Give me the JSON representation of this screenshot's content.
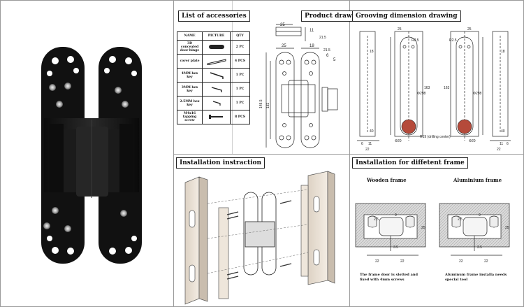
{
  "accessories": {
    "title": "List of accessories",
    "headers": [
      "NAME",
      "PICTURE",
      "QTY"
    ],
    "rows": [
      {
        "name": "3D concealed door hinge",
        "qty": "2 PC"
      },
      {
        "name": "cover plate",
        "qty": "4 PCS"
      },
      {
        "name": "4MM hex key",
        "qty": "1 PC"
      },
      {
        "name": "3MM hex key",
        "qty": "1 PC"
      },
      {
        "name": "2.5MM hex key",
        "qty": "1 PC"
      },
      {
        "name": "M4x16 tapping screw",
        "qty": "8 PCS"
      }
    ]
  },
  "product_drawing": {
    "title": "Product drawing",
    "dims": [
      "25",
      "11",
      "21.5",
      "18",
      "25",
      "21.5",
      "6",
      "5",
      "148.5",
      "182"
    ]
  },
  "grooving": {
    "title": "Grooving dimension drawing",
    "dims": [
      "R2.5",
      "R2.5",
      "18",
      "18",
      "25",
      "25",
      "40",
      "40",
      "163",
      "163",
      "11",
      "11",
      "6",
      "6",
      "22",
      "22",
      "Φ20",
      "Φ20",
      "Φ298",
      "Φ298",
      "R19"
    ],
    "note": "R19 (drilling center)"
  },
  "installation": {
    "title": "Installation instraction"
  },
  "frames": {
    "title": "Installation for diffetent frame",
    "wooden": {
      "label": "Wooden frame",
      "caption": "The frame door is slotted and fixed with 4mm screws",
      "dims": [
        "2.5",
        "9",
        "25",
        "3.5",
        "22",
        "22"
      ]
    },
    "aluminium": {
      "label": "Aluminium frame",
      "caption": "Aluminum frame installa needs special tool",
      "dims": [
        "2.5",
        "9",
        "25",
        "3.5",
        "22",
        "22"
      ]
    }
  }
}
